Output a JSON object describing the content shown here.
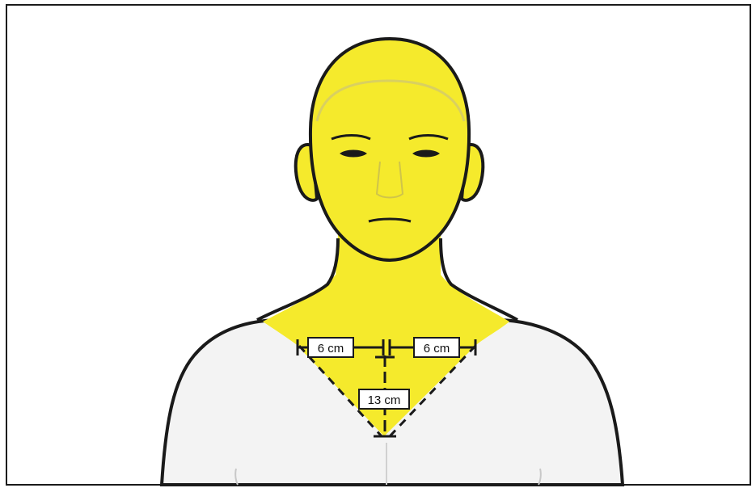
{
  "diagram": {
    "measurements": {
      "left_width": "6 cm",
      "right_width": "6 cm",
      "depth": "13 cm"
    },
    "colors": {
      "highlight": "#F5EA2C",
      "outline": "#1a1a1a",
      "skin": "#F2F2F2",
      "background": "#ffffff"
    }
  }
}
